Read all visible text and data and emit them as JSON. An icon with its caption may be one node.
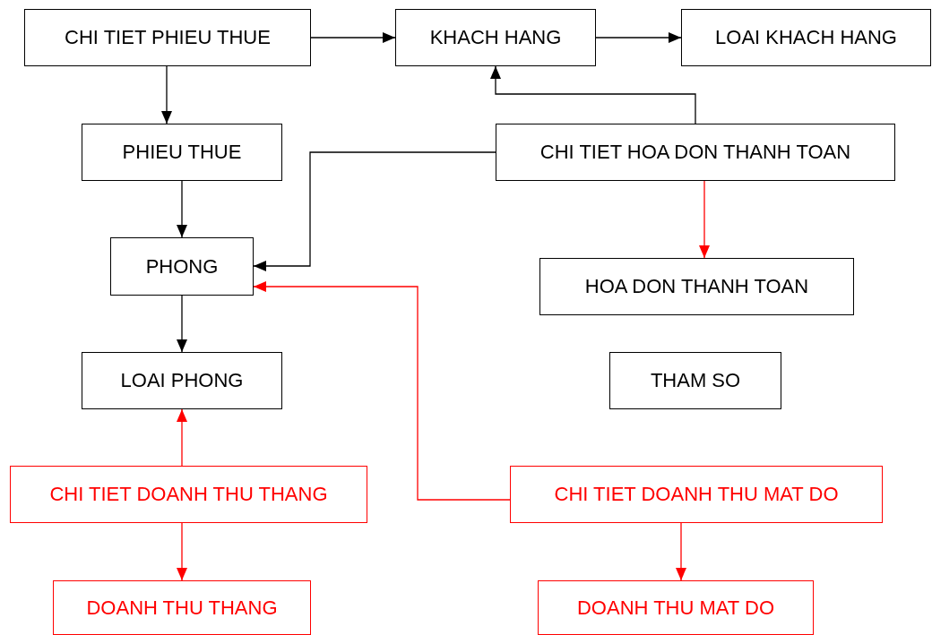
{
  "diagram": {
    "nodes": [
      {
        "text": [
          "CHI TIET PHIEU THUE"
        ]
      },
      {
        "text": [
          "KHACH HANG"
        ]
      },
      {
        "text": [
          "LOAI KHACH HANG"
        ]
      },
      {
        "text": [
          "PHIEU THUE"
        ]
      },
      {
        "text": [
          "CHI TIET HOA DON THANH TOAN"
        ]
      },
      {
        "text": [
          "PHONG"
        ]
      },
      {
        "text": [
          "HOA DON THANH TOAN"
        ]
      },
      {
        "text": [
          "LOAI PHONG"
        ]
      },
      {
        "text": [
          "THAM SO"
        ]
      },
      {
        "text": [
          "CHI TIET DOANH THU THANG"
        ]
      },
      {
        "text": [
          "CHI TIET DOANH THU MAT DO"
        ]
      },
      {
        "text": [
          "DOANH THU THANG"
        ]
      },
      {
        "text": [
          "DOANH THU MAT DO"
        ]
      }
    ],
    "edges": [
      {
        "from": 0,
        "to": 1,
        "arrow": "to"
      },
      {
        "from": 1,
        "to": 2,
        "arrow": "to"
      },
      {
        "from": 0,
        "to": 3,
        "arrow": "to"
      },
      {
        "from": 4,
        "to": 1,
        "arrow": "to"
      },
      {
        "from": 4,
        "to": 5,
        "arrow": "to"
      },
      {
        "from": 3,
        "to": 5,
        "arrow": "to"
      },
      {
        "from": 4,
        "to": 6,
        "arrow": "to",
        "color": "#ff0000"
      },
      {
        "from": 5,
        "to": 7,
        "arrow": "to"
      },
      {
        "from": 9,
        "to": 7,
        "arrow": "to",
        "color": "#ff0000"
      },
      {
        "from": 10,
        "to": 5,
        "arrow": "to",
        "color": "#ff0000"
      },
      {
        "from": 9,
        "to": 11,
        "arrow": "to",
        "color": "#ff0000"
      },
      {
        "from": 10,
        "to": 12,
        "arrow": "to",
        "color": "#ff0000"
      }
    ]
  }
}
